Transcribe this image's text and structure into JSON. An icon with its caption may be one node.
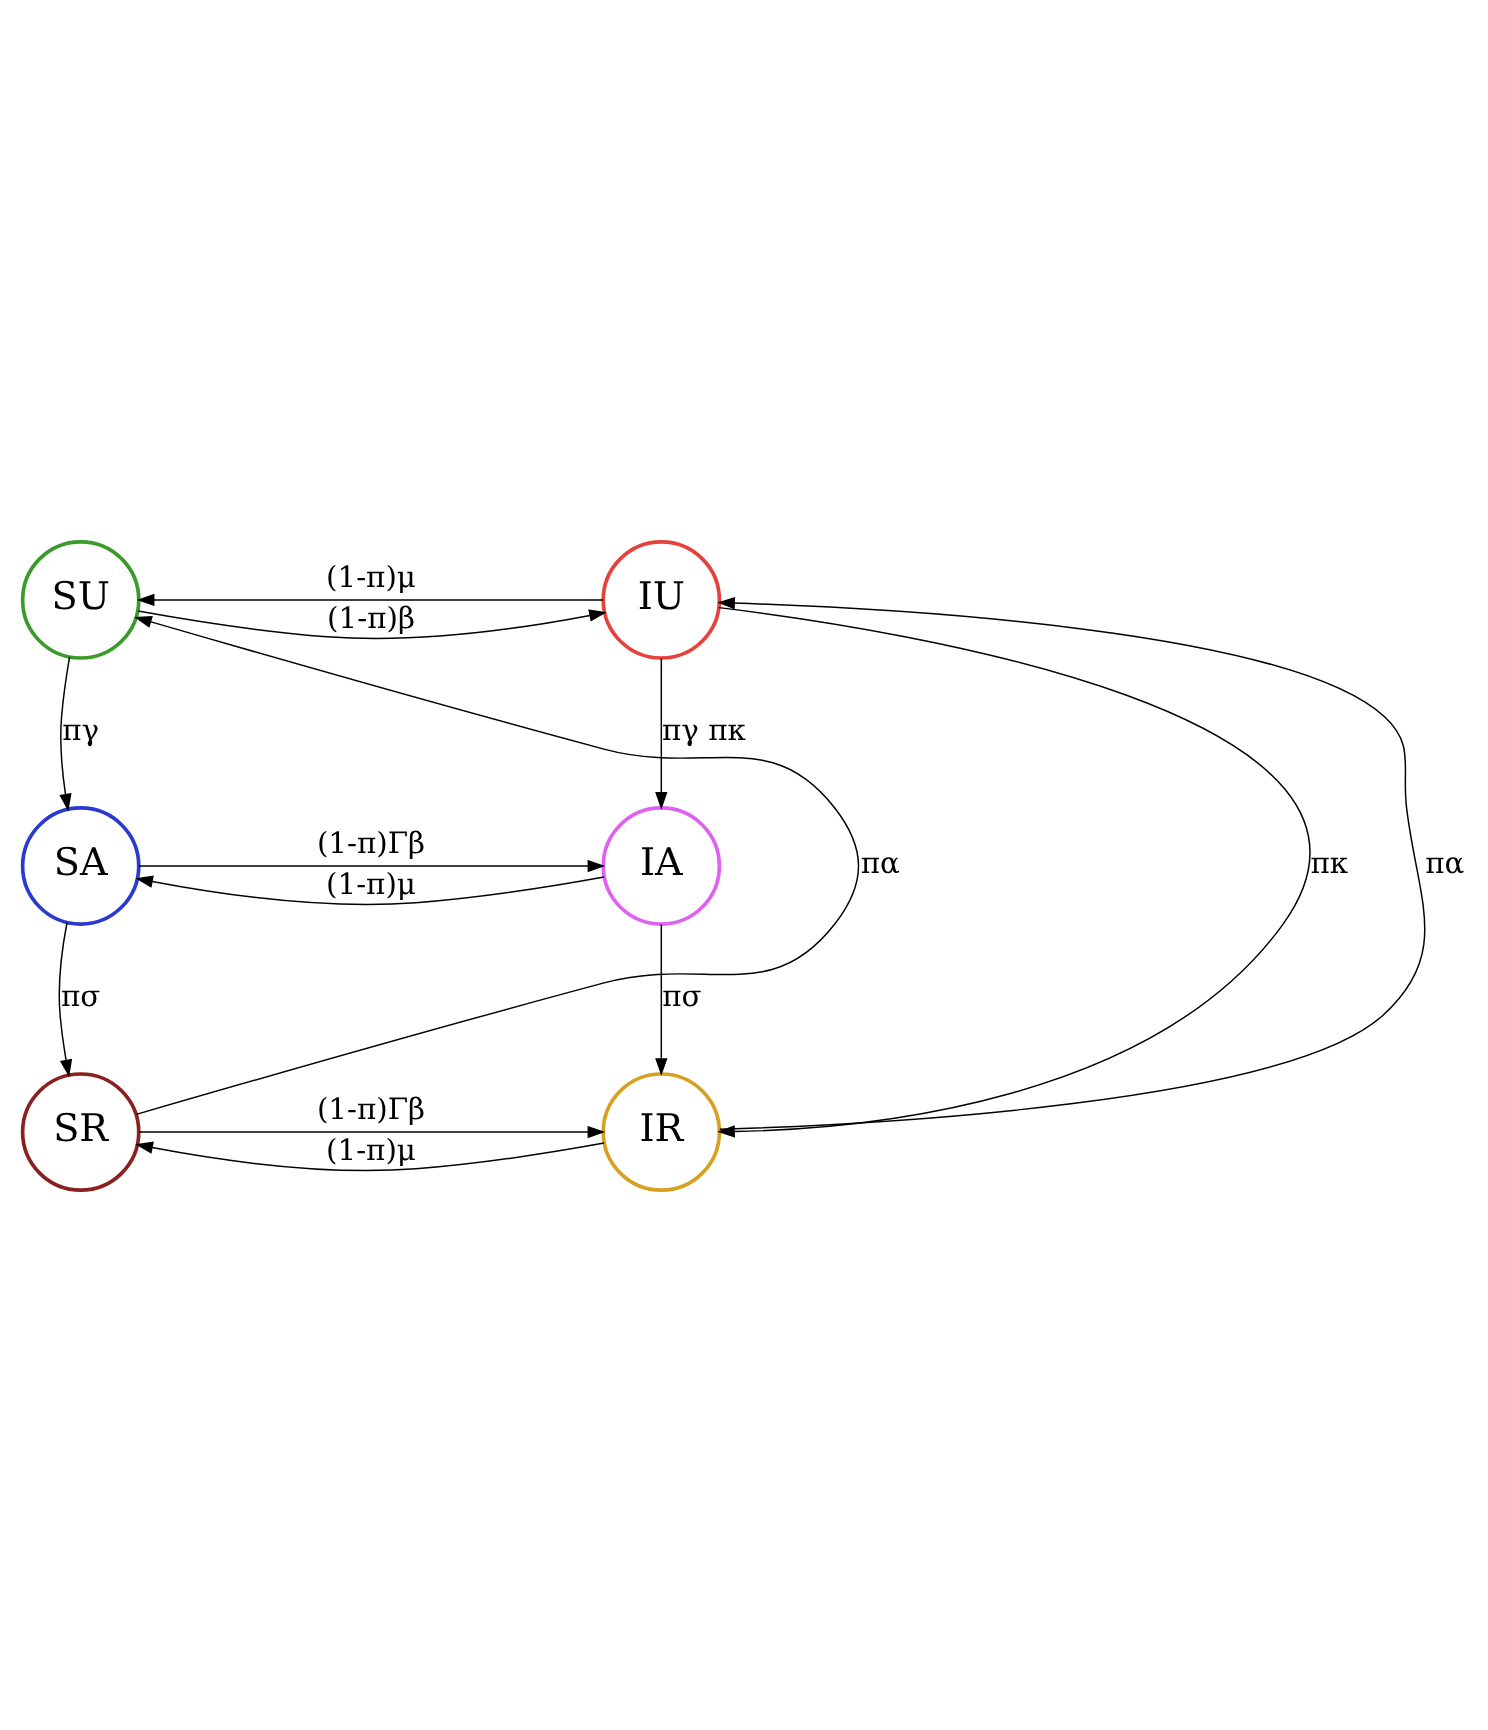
{
  "diagram": {
    "nodes": [
      {
        "text": [
          "SU"
        ]
      },
      {
        "text": [
          "IU"
        ]
      },
      {
        "text": [
          "SA"
        ]
      },
      {
        "text": [
          "IA"
        ]
      },
      {
        "text": [
          "SR"
        ]
      },
      {
        "text": [
          "IR"
        ]
      }
    ],
    "edges": [
      {
        "from": 0,
        "to": 1,
        "arrow": "to",
        "label": "(1-π)β"
      },
      {
        "from": 1,
        "to": 0,
        "arrow": "to",
        "label": "(1-π)μ"
      },
      {
        "from": 0,
        "to": 2,
        "arrow": "to",
        "label": "πγ"
      },
      {
        "from": 1,
        "to": 3,
        "arrow": "to",
        "label": "πγ πκ"
      },
      {
        "from": 1,
        "to": 5,
        "arrow": "to",
        "label": "πκ"
      },
      {
        "from": 2,
        "to": 3,
        "arrow": "to",
        "label": "(1-π)Γβ"
      },
      {
        "from": 3,
        "to": 2,
        "arrow": "to",
        "label": "(1-π)μ"
      },
      {
        "from": 2,
        "to": 4,
        "arrow": "to",
        "label": "πσ"
      },
      {
        "from": 3,
        "to": 5,
        "arrow": "to",
        "label": "πσ"
      },
      {
        "from": 4,
        "to": 0,
        "arrow": "to",
        "label": "πα"
      },
      {
        "from": 5,
        "to": 1,
        "arrow": "to",
        "label": "πα"
      },
      {
        "from": 4,
        "to": 5,
        "arrow": "to",
        "label": "(1-π)Γβ"
      },
      {
        "from": 5,
        "to": 4,
        "arrow": "to",
        "label": "(1-π)μ"
      }
    ]
  }
}
